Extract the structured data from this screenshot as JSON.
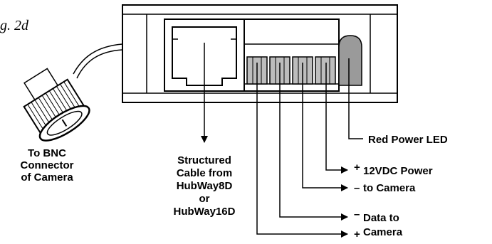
{
  "figure_label": "g. 2d",
  "labels": {
    "camera_connector": [
      "To BNC",
      "Connector",
      "of Camera"
    ],
    "structured_cable": [
      "Structured",
      "Cable from",
      "HubWay8D",
      "or",
      "HubWay16D"
    ],
    "red_led": "Red Power LED",
    "power_plus": {
      "sign": "+",
      "text": "12VDC Power"
    },
    "power_minus": {
      "sign": "–",
      "text": "to Camera"
    },
    "data_minus": {
      "sign": "–",
      "text": "Data to"
    },
    "data_plus": {
      "sign": "+",
      "text": "Camera"
    }
  },
  "colors": {
    "stroke": "#000000",
    "led": "#9a9a9a",
    "terminal": "#bdbdbd",
    "background": "#ffffff"
  }
}
